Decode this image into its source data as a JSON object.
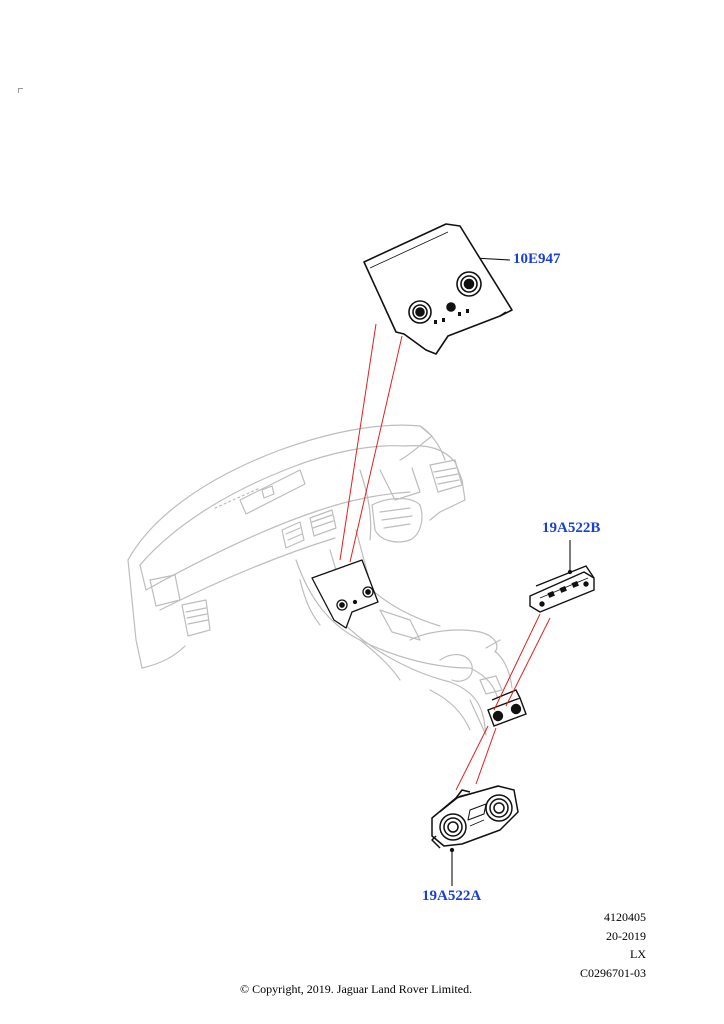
{
  "callouts": {
    "trim_panel": "10E947",
    "rear_control": "19A522B",
    "front_control": "19A522A"
  },
  "meta": {
    "line1": "4120405",
    "line2": "20-2019",
    "line3": "LX",
    "line4": "C0296701-03"
  },
  "copyright": "© Copyright, 2019. Jaguar Land Rover Limited.",
  "colors": {
    "callout_text": "#1a3fd6",
    "leader_red": "#e02020",
    "line_gray": "#b8b8b8",
    "part_black": "#111111"
  }
}
